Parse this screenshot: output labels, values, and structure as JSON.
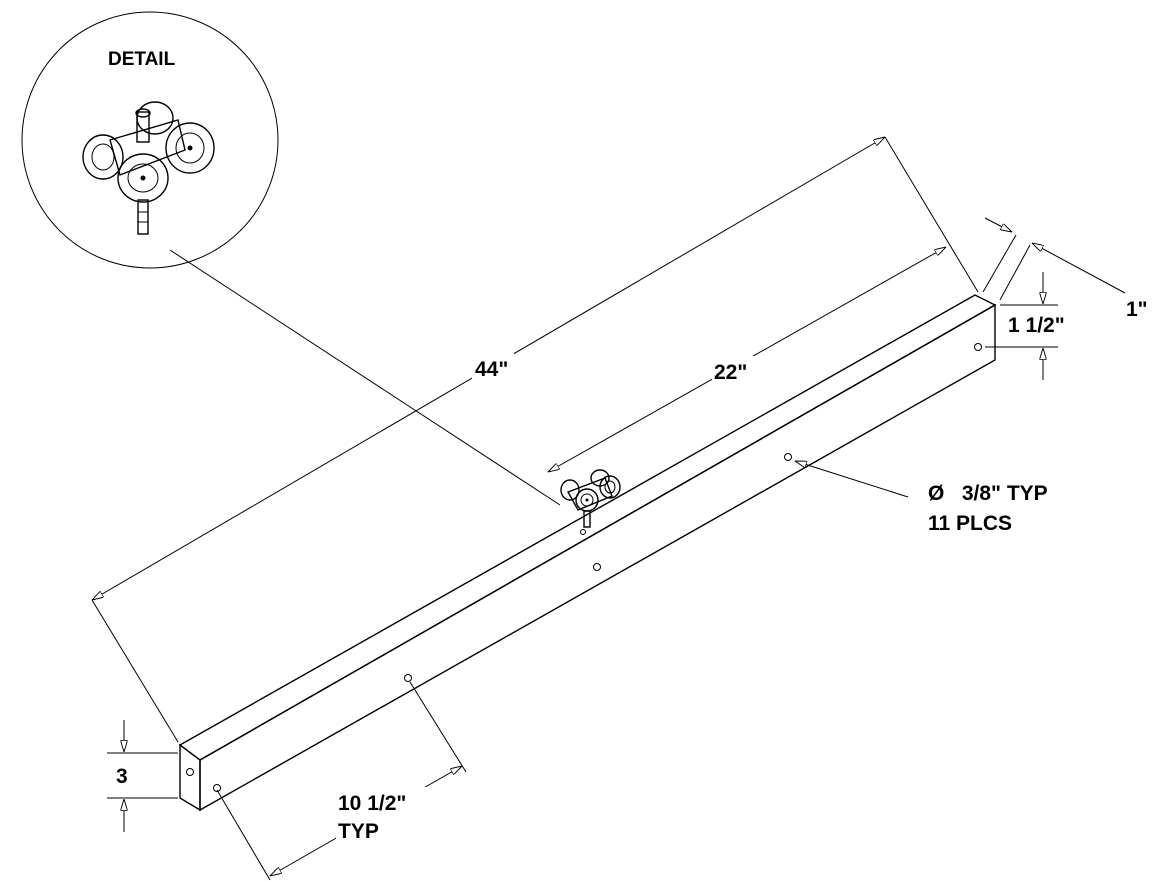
{
  "detail": {
    "title": "DETAIL"
  },
  "dimensions": {
    "overall_length": "44\"",
    "half_length": "22\"",
    "depth": "1\"",
    "hole_height": "1 1/2\"",
    "height": "3",
    "hole_spacing_value": "10 1/2\"",
    "hole_spacing_note": "TYP"
  },
  "hole_callout": {
    "line1": "Ø   3/8\" TYP",
    "line2": "11 PLCS"
  }
}
